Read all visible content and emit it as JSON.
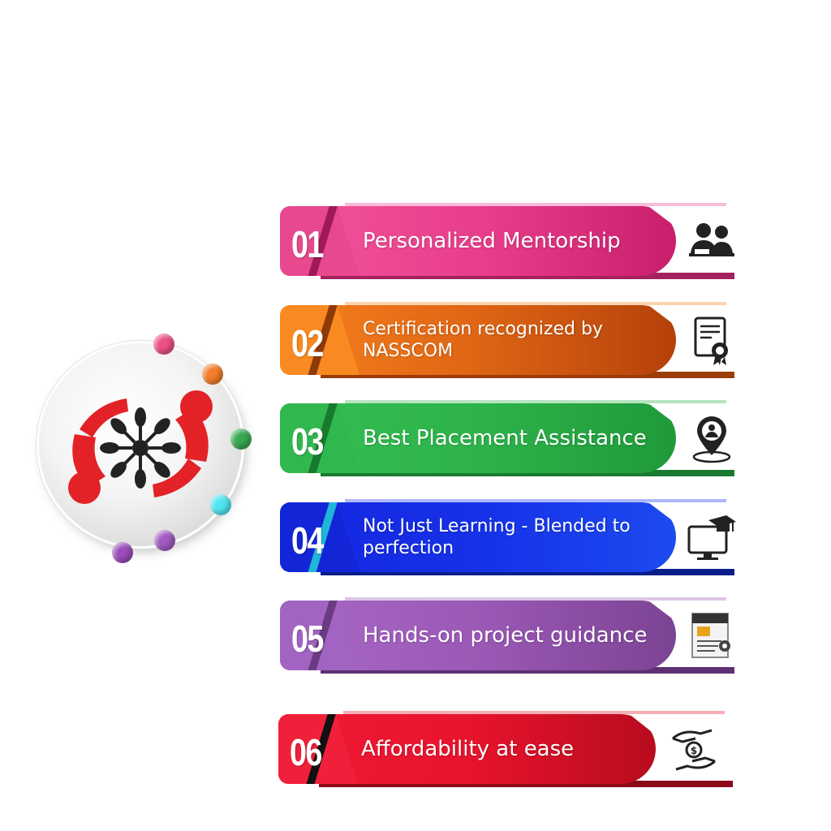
{
  "colors": {
    "pink": "#e83e8c",
    "orange": "#f7801e",
    "green": "#2db34a",
    "blue": "#1631e8",
    "purple": "#9b59b6",
    "red": "#e8132c",
    "logo_red": "#e32227",
    "logo_dark": "#222222"
  },
  "logo": {
    "icon": "people-circle-logo-icon",
    "orbit_dots": [
      "#ec4f86",
      "#f37d2a",
      "#39a84f",
      "#4fe6f0",
      "#9b4dbb",
      "#a05bc0"
    ]
  },
  "features": [
    {
      "number": "01",
      "label": "Personalized Mentorship",
      "icon": "mentorship-people-icon"
    },
    {
      "number": "02",
      "label": "Certification recognized by NASSCOM",
      "icon": "certificate-icon"
    },
    {
      "number": "03",
      "label": "Best Placement Assistance",
      "icon": "placement-location-icon"
    },
    {
      "number": "04",
      "label": "Not Just Learning - Blended to perfection",
      "icon": "online-learning-icon"
    },
    {
      "number": "05",
      "label": "Hands-on project guidance",
      "icon": "project-document-icon"
    },
    {
      "number": "06",
      "label": "Affordability at ease",
      "icon": "money-hands-icon"
    }
  ]
}
